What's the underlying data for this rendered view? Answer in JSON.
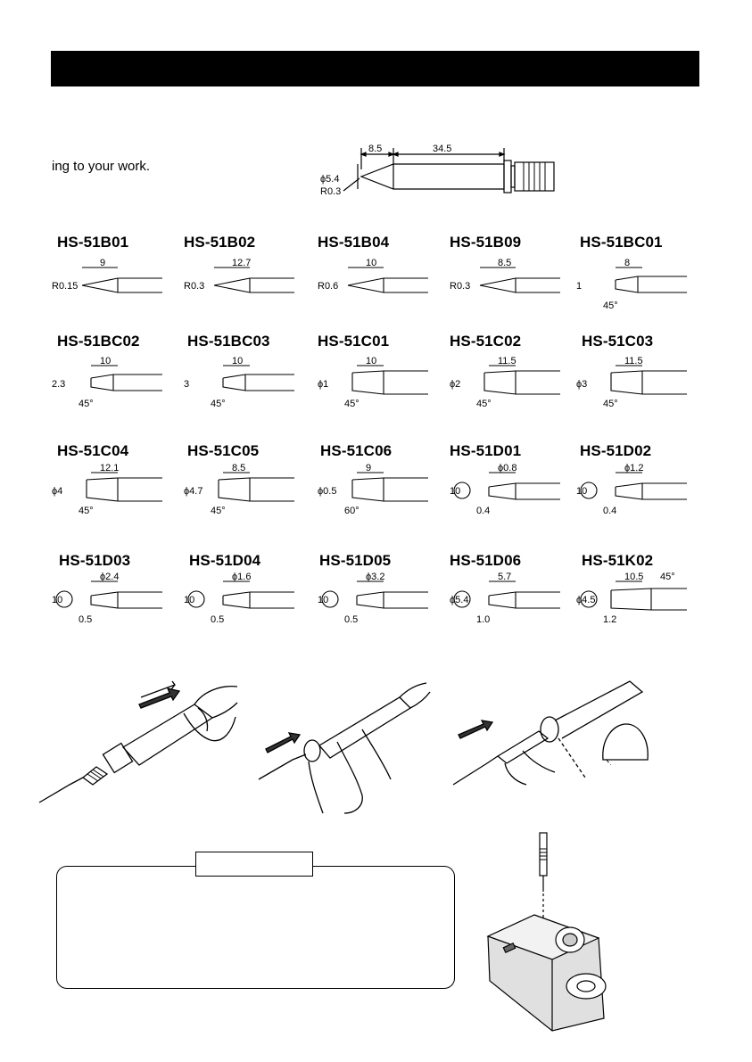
{
  "intro": {
    "text": "ing to your work."
  },
  "main_tip": {
    "dim_tip_length": "8.5",
    "dim_shaft_length": "34.5",
    "dim_diameter": "ϕ5.4",
    "dim_radius": "R0.3"
  },
  "tips": [
    {
      "model": "HS-51B01",
      "dims": [
        "9",
        "R0.15"
      ]
    },
    {
      "model": "HS-51B02",
      "dims": [
        "12.7",
        "R0.3"
      ]
    },
    {
      "model": "HS-51B04",
      "dims": [
        "10",
        "R0.6"
      ]
    },
    {
      "model": "HS-51B09",
      "dims": [
        "8.5",
        "R0.3"
      ]
    },
    {
      "model": "HS-51BC01",
      "dims": [
        "8",
        "1",
        "45°"
      ]
    },
    {
      "model": "HS-51BC02",
      "dims": [
        "10",
        "2.3",
        "45°"
      ]
    },
    {
      "model": "HS-51BC03",
      "dims": [
        "10",
        "3",
        "45°"
      ]
    },
    {
      "model": "HS-51C01",
      "dims": [
        "10",
        "ϕ1",
        "45°"
      ]
    },
    {
      "model": "HS-51C02",
      "dims": [
        "11.5",
        "ϕ2",
        "45°"
      ]
    },
    {
      "model": "HS-51C03",
      "dims": [
        "11.5",
        "ϕ3",
        "45°"
      ]
    },
    {
      "model": "HS-51C04",
      "dims": [
        "12.1",
        "ϕ4",
        "45°"
      ]
    },
    {
      "model": "HS-51C05",
      "dims": [
        "8.5",
        "ϕ4.7",
        "45°"
      ]
    },
    {
      "model": "HS-51C06",
      "dims": [
        "9",
        "ϕ0.5",
        "60°"
      ]
    },
    {
      "model": "HS-51D01",
      "dims": [
        "ϕ0.8",
        "10",
        "0.4"
      ]
    },
    {
      "model": "HS-51D02",
      "dims": [
        "ϕ1.2",
        "10",
        "0.4"
      ]
    },
    {
      "model": "HS-51D03",
      "dims": [
        "ϕ2.4",
        "10",
        "0.5"
      ]
    },
    {
      "model": "HS-51D04",
      "dims": [
        "ϕ1.6",
        "10",
        "0.5"
      ]
    },
    {
      "model": "HS-51D05",
      "dims": [
        "ϕ3.2",
        "10",
        "0.5"
      ]
    },
    {
      "model": "HS-51D06",
      "dims": [
        "5.7",
        "ϕ5.4",
        "1.0"
      ]
    },
    {
      "model": "HS-51K02",
      "dims": [
        "10.5",
        "ϕ4.5",
        "1.2",
        "45°"
      ]
    }
  ]
}
